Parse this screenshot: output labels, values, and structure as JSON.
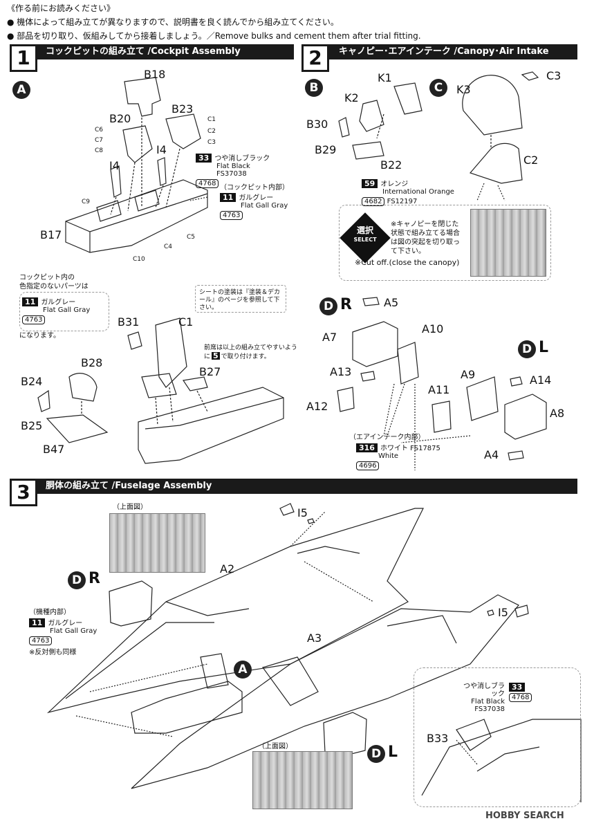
{
  "header": {
    "title": "《作る前にお読みください》",
    "note1": "● 機体によって組み立てが異なりますので、説明書を良く読んでから組み立てください。",
    "note2": "● 部品を切り取り、仮組みしてから接着しましょう。／Remove bulks and cement them after trial fitting."
  },
  "step1": {
    "num": "1",
    "title": "コックピットの組み立て /Cockpit Assembly",
    "section": "A",
    "parts": {
      "b18": "B18",
      "b20": "B20",
      "b23": "B23",
      "i4a": "I4",
      "i4b": "I4",
      "b17": "B17",
      "c1": "C1",
      "c2": "C2",
      "c3": "C3",
      "c4": "C4",
      "c5": "C5",
      "c6": "C6",
      "c7": "C7",
      "c8": "C8",
      "c9": "C9",
      "c10": "C10",
      "b31": "B31",
      "c1b": "C1",
      "b28": "B28",
      "b24": "B24",
      "b25": "B25",
      "b47": "B47",
      "b27": "B27"
    },
    "paint_black": {
      "num": "33",
      "jp": "つや消しブラック",
      "en": "Flat Black",
      "fs": "FS37038",
      "code": "4768"
    },
    "paint_gray_note": "（コックピット内部）",
    "paint_gray": {
      "num": "11",
      "jp": "ガルグレー",
      "en": "Flat Gall Gray",
      "code": "4763"
    },
    "side_note_1": "コックピット内の",
    "side_note_2": "色指定のないパーツは",
    "side_paint": {
      "num": "11",
      "jp": "ガルグレー",
      "en": "Flat Gall Gray",
      "code": "4763"
    },
    "side_note_3": "になります。",
    "seat_note": "シートの塗装は『塗装＆デカール』のページを参照して下さい。",
    "front_seat_note": "前席は以上の組み立てやすいように",
    "front_seat_num": "5",
    "front_seat_note2": "で取り付けます。"
  },
  "step2": {
    "num": "2",
    "title": "キャノピー･エアインテーク /Canopy･Air Intake",
    "sec_b": "B",
    "sec_c": "C",
    "parts": {
      "k1": "K1",
      "k2": "K2",
      "b30": "B30",
      "b29": "B29",
      "b22": "B22",
      "k3": "K3",
      "c3": "C3",
      "c2": "C2"
    },
    "paint_orange": {
      "num": "59",
      "jp": "オレンジ",
      "en": "International Orange",
      "fs": "FS12197",
      "code": "4682"
    },
    "select_badge": "選択",
    "select_en": "SELECT",
    "canopy_note_jp": "※キャノピーを閉じた状態で組み立てる場合は図の突起を切り取って下さい。",
    "canopy_note_en": "※Cut off.(close the canopy)",
    "dr": {
      "letter": "D",
      "side": "R"
    },
    "dl": {
      "letter": "D",
      "side": "L"
    },
    "parts2": {
      "a5": "A5",
      "a7": "A7",
      "a10": "A10",
      "a13": "A13",
      "a12": "A12",
      "a11": "A11",
      "a9": "A9",
      "a14": "A14",
      "a8": "A8",
      "a4": "A4"
    },
    "intake_note": "（エアインテーク内部）",
    "paint_white": {
      "num": "316",
      "jp": "ホワイト",
      "fs": "FS17875",
      "en": "White",
      "code": "4696"
    }
  },
  "step3": {
    "num": "3",
    "title": "胴体の組み立て /Fuselage Assembly",
    "top_view": "（上面図）",
    "top_view2": "（上面図）",
    "dr": {
      "letter": "D",
      "side": "R"
    },
    "dl": {
      "letter": "D",
      "side": "L"
    },
    "sec_a": "A",
    "parts": {
      "a2": "A2",
      "a3": "A3",
      "i5a": "I5",
      "i5b": "I5",
      "b33": "B33"
    },
    "body_note": "（機種内部）",
    "paint_gray": {
      "num": "11",
      "jp": "ガルグレー",
      "en": "Flat Gall Gray",
      "code": "4763"
    },
    "body_note2": "※反対側も同様",
    "paint_black": {
      "num": "33",
      "jp": "つや消しブラック",
      "en": "Flat Black",
      "fs": "FS37038",
      "code": "4768"
    }
  },
  "watermark": "HOBBY SEARCH"
}
